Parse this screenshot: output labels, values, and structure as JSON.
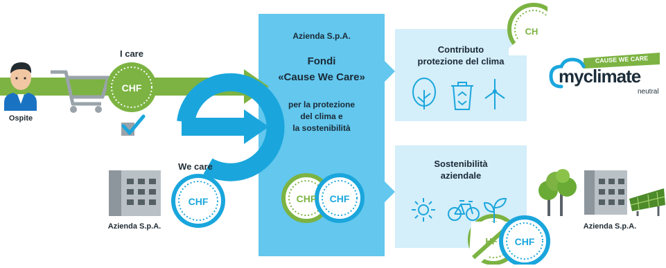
{
  "people": {
    "guest_label": "Ospite"
  },
  "flows": {
    "i_care_label": "I care",
    "we_care_label": "We care"
  },
  "company": {
    "left_label": "Azienda S.p.A.",
    "right_label": "Azienda S.p.A."
  },
  "fund": {
    "header": "Azienda S.p.A.",
    "title_line1": "Fondi",
    "title_line2": "«Cause We Care»",
    "desc_line1": "per la protezione",
    "desc_line2": "del clima e",
    "desc_line3": "la sostenibilità"
  },
  "coins": {
    "currency": "CHF",
    "partial_top": "CH",
    "partial_bottom": "HF"
  },
  "boxes": {
    "climate_line1": "Contributo",
    "climate_line2": "protezione del clima",
    "sustain_line1": "Sostenibilità",
    "sustain_line2": "aziendale"
  },
  "logo": {
    "tag": "CAUSE WE CARE",
    "brand": "myclimate",
    "sub": "neutral"
  },
  "icons": {
    "climate": [
      "tree-icon",
      "recycling-bin-icon",
      "wind-turbine-icon"
    ],
    "sustain": [
      "sun-icon",
      "bicycle-icon",
      "sprout-icon"
    ]
  },
  "colors": {
    "green": "#7cb342",
    "blue": "#1aa6dc",
    "fund_blue": "#63c7ee",
    "box_blue": "#d4eefa",
    "grey": "#9aa3aa"
  }
}
